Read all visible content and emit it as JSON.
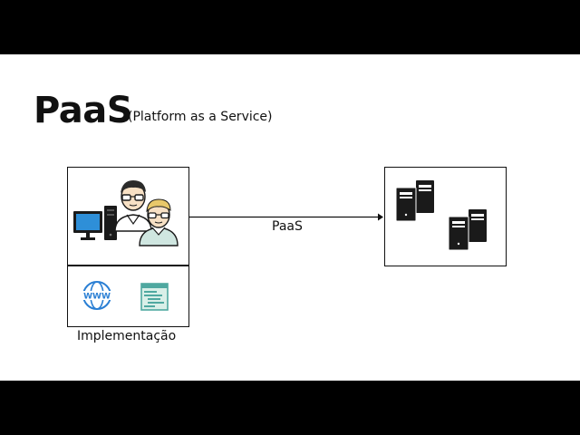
{
  "slide": {
    "title": "PaaS",
    "subtitle": "(Platform as a Service)"
  },
  "diagram": {
    "arrow_label": "PaaS",
    "left_caption": "Implementação",
    "www_text": "WWW"
  },
  "icons": {
    "computer": "desktop-computer-icon",
    "developers": "developers-icon",
    "www": "www-globe-icon",
    "code": "code-window-icon",
    "servers": "server-tower-icon"
  },
  "colors": {
    "background": "#000000",
    "slide": "#ffffff",
    "text": "#111111",
    "globe_blue": "#2a7fd4",
    "code_teal": "#4fa8a0"
  }
}
